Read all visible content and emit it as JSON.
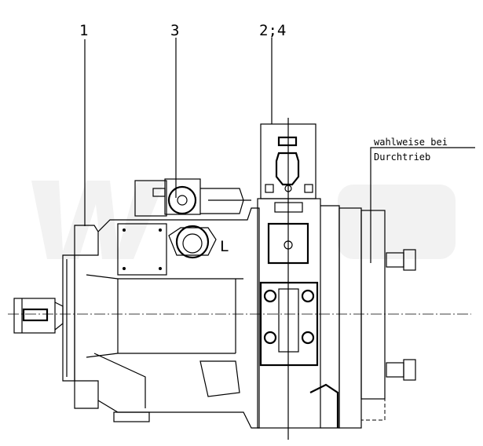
{
  "labels": {
    "item_1": "1",
    "item_3": "3",
    "item_2_4": "2;4",
    "port_l": "L"
  },
  "note": {
    "line1": "wahlweise bei",
    "line2": "Durchtrieb"
  }
}
